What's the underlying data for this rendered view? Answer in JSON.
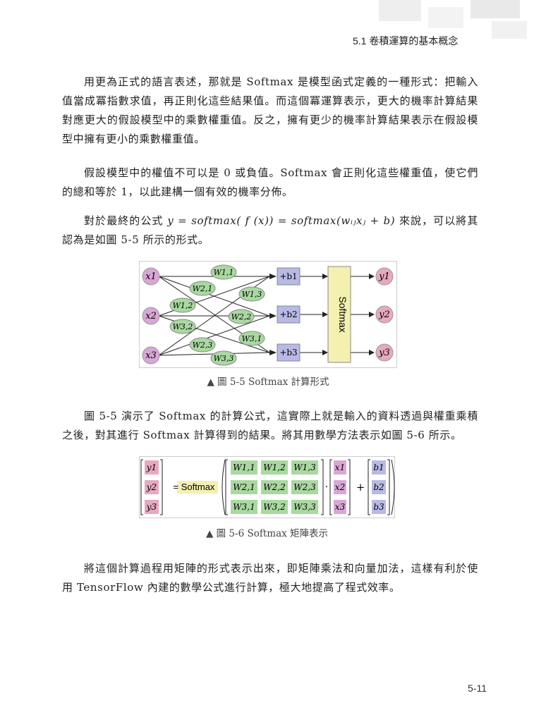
{
  "header": {
    "section_title": "5.1 卷積運算的基本概念"
  },
  "paragraphs": {
    "p1": "用更為正式的語言表述，那就是 Softmax 是模型函式定義的一種形式：把輸入值當成冪指數求值，再正則化這些結果值。而這個冪運算表示，更大的機率計算結果對應更大的假設模型中的乘數權重值。反之，擁有更少的機率計算結果表示在假設模型中擁有更小的乘數權重值。",
    "p2": "假設模型中的權值不可以是 0 或負值。Softmax 會正則化這些權重值，使它們的總和等於 1，以此建構一個有效的機率分佈。",
    "p3_prefix": "對於最終的公式 ",
    "p3_formula": "y = softmax( f (x)) = softmax(wᵢⱼxⱼ + b)",
    "p3_suffix": " 來說，可以將其認為是如圖 5-5 所示的形式。",
    "p4": "圖 5-5 演示了 Softmax 的計算公式，這實際上就是輸入的資料透過與權重乘積之後，對其進行 Softmax 計算得到的結果。將其用數學方法表示如圖 5-6 所示。",
    "p5": "將這個計算過程用矩陣的形式表示出來，即矩陣乘法和向量加法，這樣有利於使用 TensorFlow 內建的數學公式進行計算，極大地提高了程式效率。"
  },
  "figure_5_5": {
    "caption": "▲  圖 5-5  Softmax 計算形式",
    "inputs": [
      "x1",
      "x2",
      "x3"
    ],
    "weights": [
      "W1,1",
      "W2,1",
      "W1,2",
      "W3,2",
      "W2,3",
      "W1,3",
      "W2,2",
      "W3,1",
      "W3,3"
    ],
    "biases": [
      "+b1",
      "+b2",
      "+b3"
    ],
    "softmax_label": "Softmax",
    "outputs": [
      "y1",
      "y2",
      "y3"
    ],
    "colors": {
      "input": "#d9a7d6",
      "weight": "#a9d9a0",
      "bias": "#b9b9e6",
      "softmax": "#f4f0b0",
      "output": "#e8a8c0"
    }
  },
  "figure_5_6": {
    "caption": "▲  圖 5-6  Softmax 矩陣表示",
    "outputs": [
      "y1",
      "y2",
      "y3"
    ],
    "equals_softmax": "= Softmax",
    "matrix": [
      [
        "W1,1",
        "W1,2",
        "W1,3"
      ],
      [
        "W2,1",
        "W2,2",
        "W2,3"
      ],
      [
        "W3,1",
        "W3,2",
        "W3,3"
      ]
    ],
    "inputs": [
      "x1",
      "x2",
      "x3"
    ],
    "dot": "·",
    "plus": "+",
    "biases": [
      "b1",
      "b2",
      "b3"
    ]
  },
  "page_number": "5-11"
}
